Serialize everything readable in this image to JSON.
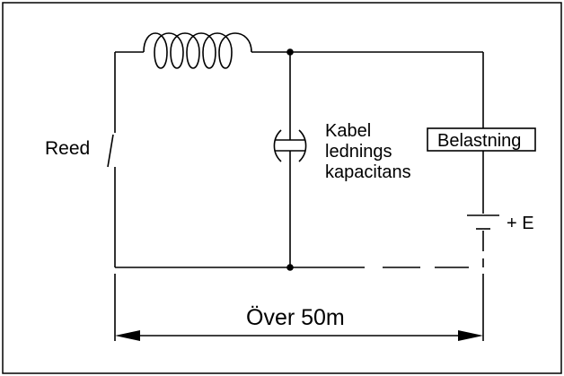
{
  "labels": {
    "reed": "Reed",
    "cable_line1": "Kabel",
    "cable_line2": "lednings",
    "cable_line3": "kapacitans",
    "load": "Belastning",
    "battery": "+ E",
    "distance": "Över 50m"
  }
}
